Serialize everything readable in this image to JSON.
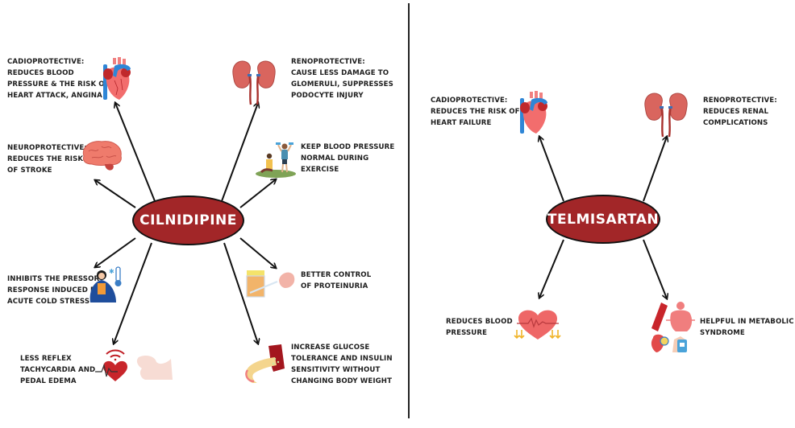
{
  "left_panel": {
    "hub_label": "CILNIDIPINE",
    "hub_color": "#a22628",
    "items": [
      {
        "lines": [
          "CADIOPROTECTIVE:",
          "REDUCES BLOOD",
          "PRESSURE & THE RISK OF",
          "HEART ATTACK, ANGINA"
        ],
        "icon": "heart-anatomy-icon"
      },
      {
        "lines": [
          "RENOPROTECTIVE:",
          "CAUSE LESS DAMAGE TO",
          "GLOMERULI, SUPPRESSES",
          "PODOCYTE INJURY"
        ],
        "icon": "kidneys-icon"
      },
      {
        "lines": [
          "NEUROPROTECTIVE:",
          "REDUCES THE RISK",
          "OF STROKE"
        ],
        "icon": "brain-icon"
      },
      {
        "lines": [
          "KEEP BLOOD PRESSURE",
          "NORMAL DURING",
          "EXERCISE"
        ],
        "icon": "exercise-people-icon"
      },
      {
        "lines": [
          "INHIBITS THE PRESSOR",
          "RESPONSE INDUCED BY",
          "ACUTE COLD STRESS"
        ],
        "icon": "cold-person-thermometer-icon"
      },
      {
        "lines": [
          "BETTER CONTROL",
          "OF PROTEINURIA"
        ],
        "icon": "urine-test-icon"
      },
      {
        "lines": [
          "LESS REFLEX",
          "TACHYCARDIA AND",
          "PEDAL EDEMA"
        ],
        "icon": "heart-pulse-foot-icon"
      },
      {
        "lines": [
          "INCREASE GLUCOSE",
          "TOLERANCE AND INSULIN",
          "SENSITIVITY WITHOUT",
          "CHANGING BODY WEIGHT"
        ],
        "icon": "pancreas-vessel-icon"
      }
    ]
  },
  "right_panel": {
    "hub_label": "TELMISARTAN",
    "hub_color": "#a22628",
    "items": [
      {
        "lines": [
          "CADIOPROTECTIVE:",
          "REDUCES THE RISK OF",
          "HEART FAILURE"
        ],
        "icon": "heart-anatomy-icon"
      },
      {
        "lines": [
          "RENOPROTECTIVE:",
          "REDUCES RENAL",
          "COMPLICATIONS"
        ],
        "icon": "kidneys-icon"
      },
      {
        "lines": [
          "REDUCES BLOOD",
          "PRESSURE"
        ],
        "icon": "heart-down-arrows-icon"
      },
      {
        "lines": [
          "HELPFUL IN METABOLIC",
          "SYNDROME"
        ],
        "icon": "metabolic-syndrome-icon"
      }
    ]
  }
}
